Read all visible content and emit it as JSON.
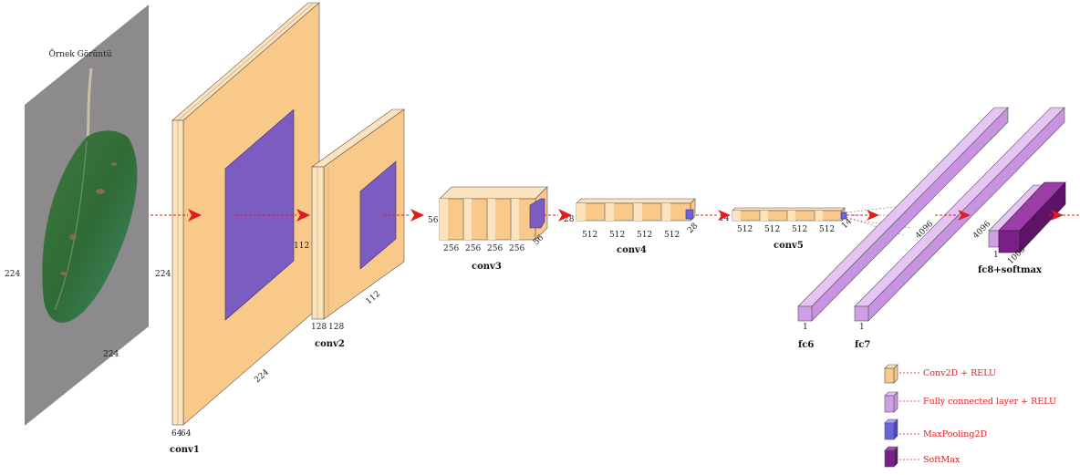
{
  "image_caption": "Örnek Görüntü",
  "input_dims": {
    "height": "224",
    "width": "224"
  },
  "layers": {
    "conv1": {
      "name": "conv1",
      "depths": [
        "64",
        "64"
      ],
      "height": "224",
      "width": "224"
    },
    "conv2": {
      "name": "conv2",
      "depths": [
        "128",
        "128"
      ],
      "height": "112",
      "width": "112"
    },
    "conv3": {
      "name": "conv3",
      "depths": [
        "256",
        "256",
        "256",
        "256"
      ],
      "height": "56",
      "width": "56"
    },
    "conv4": {
      "name": "conv4",
      "depths": [
        "512",
        "512",
        "512",
        "512"
      ],
      "height": "28",
      "width": "28"
    },
    "conv5": {
      "name": "conv5",
      "depths": [
        "512",
        "512",
        "512",
        "512"
      ],
      "height": "14",
      "width": "14"
    },
    "fc6": {
      "name": "fc6",
      "depth": "1"
    },
    "fc7": {
      "name": "fc7",
      "depth": "1",
      "size": "4096"
    },
    "fc8": {
      "name": "fc8+softmax",
      "depth": "1",
      "size": "4096",
      "classes": "1000"
    }
  },
  "legend": [
    {
      "label": "Conv2D + RELU",
      "color": "#f9c98a"
    },
    {
      "label": "Fully connected layer + RELU",
      "color": "#cf9fe6"
    },
    {
      "label": "MaxPooling2D",
      "color": "#6b63df"
    },
    {
      "label": "SoftMax",
      "color": "#7a1f86"
    }
  ],
  "colors": {
    "conv": "#f9c98a",
    "conv_light": "#fde3bd",
    "pool": "#7b5cc1",
    "fc": "#cf9fe6",
    "softmax": "#7a1f86",
    "arrow": "#e21b1b"
  }
}
